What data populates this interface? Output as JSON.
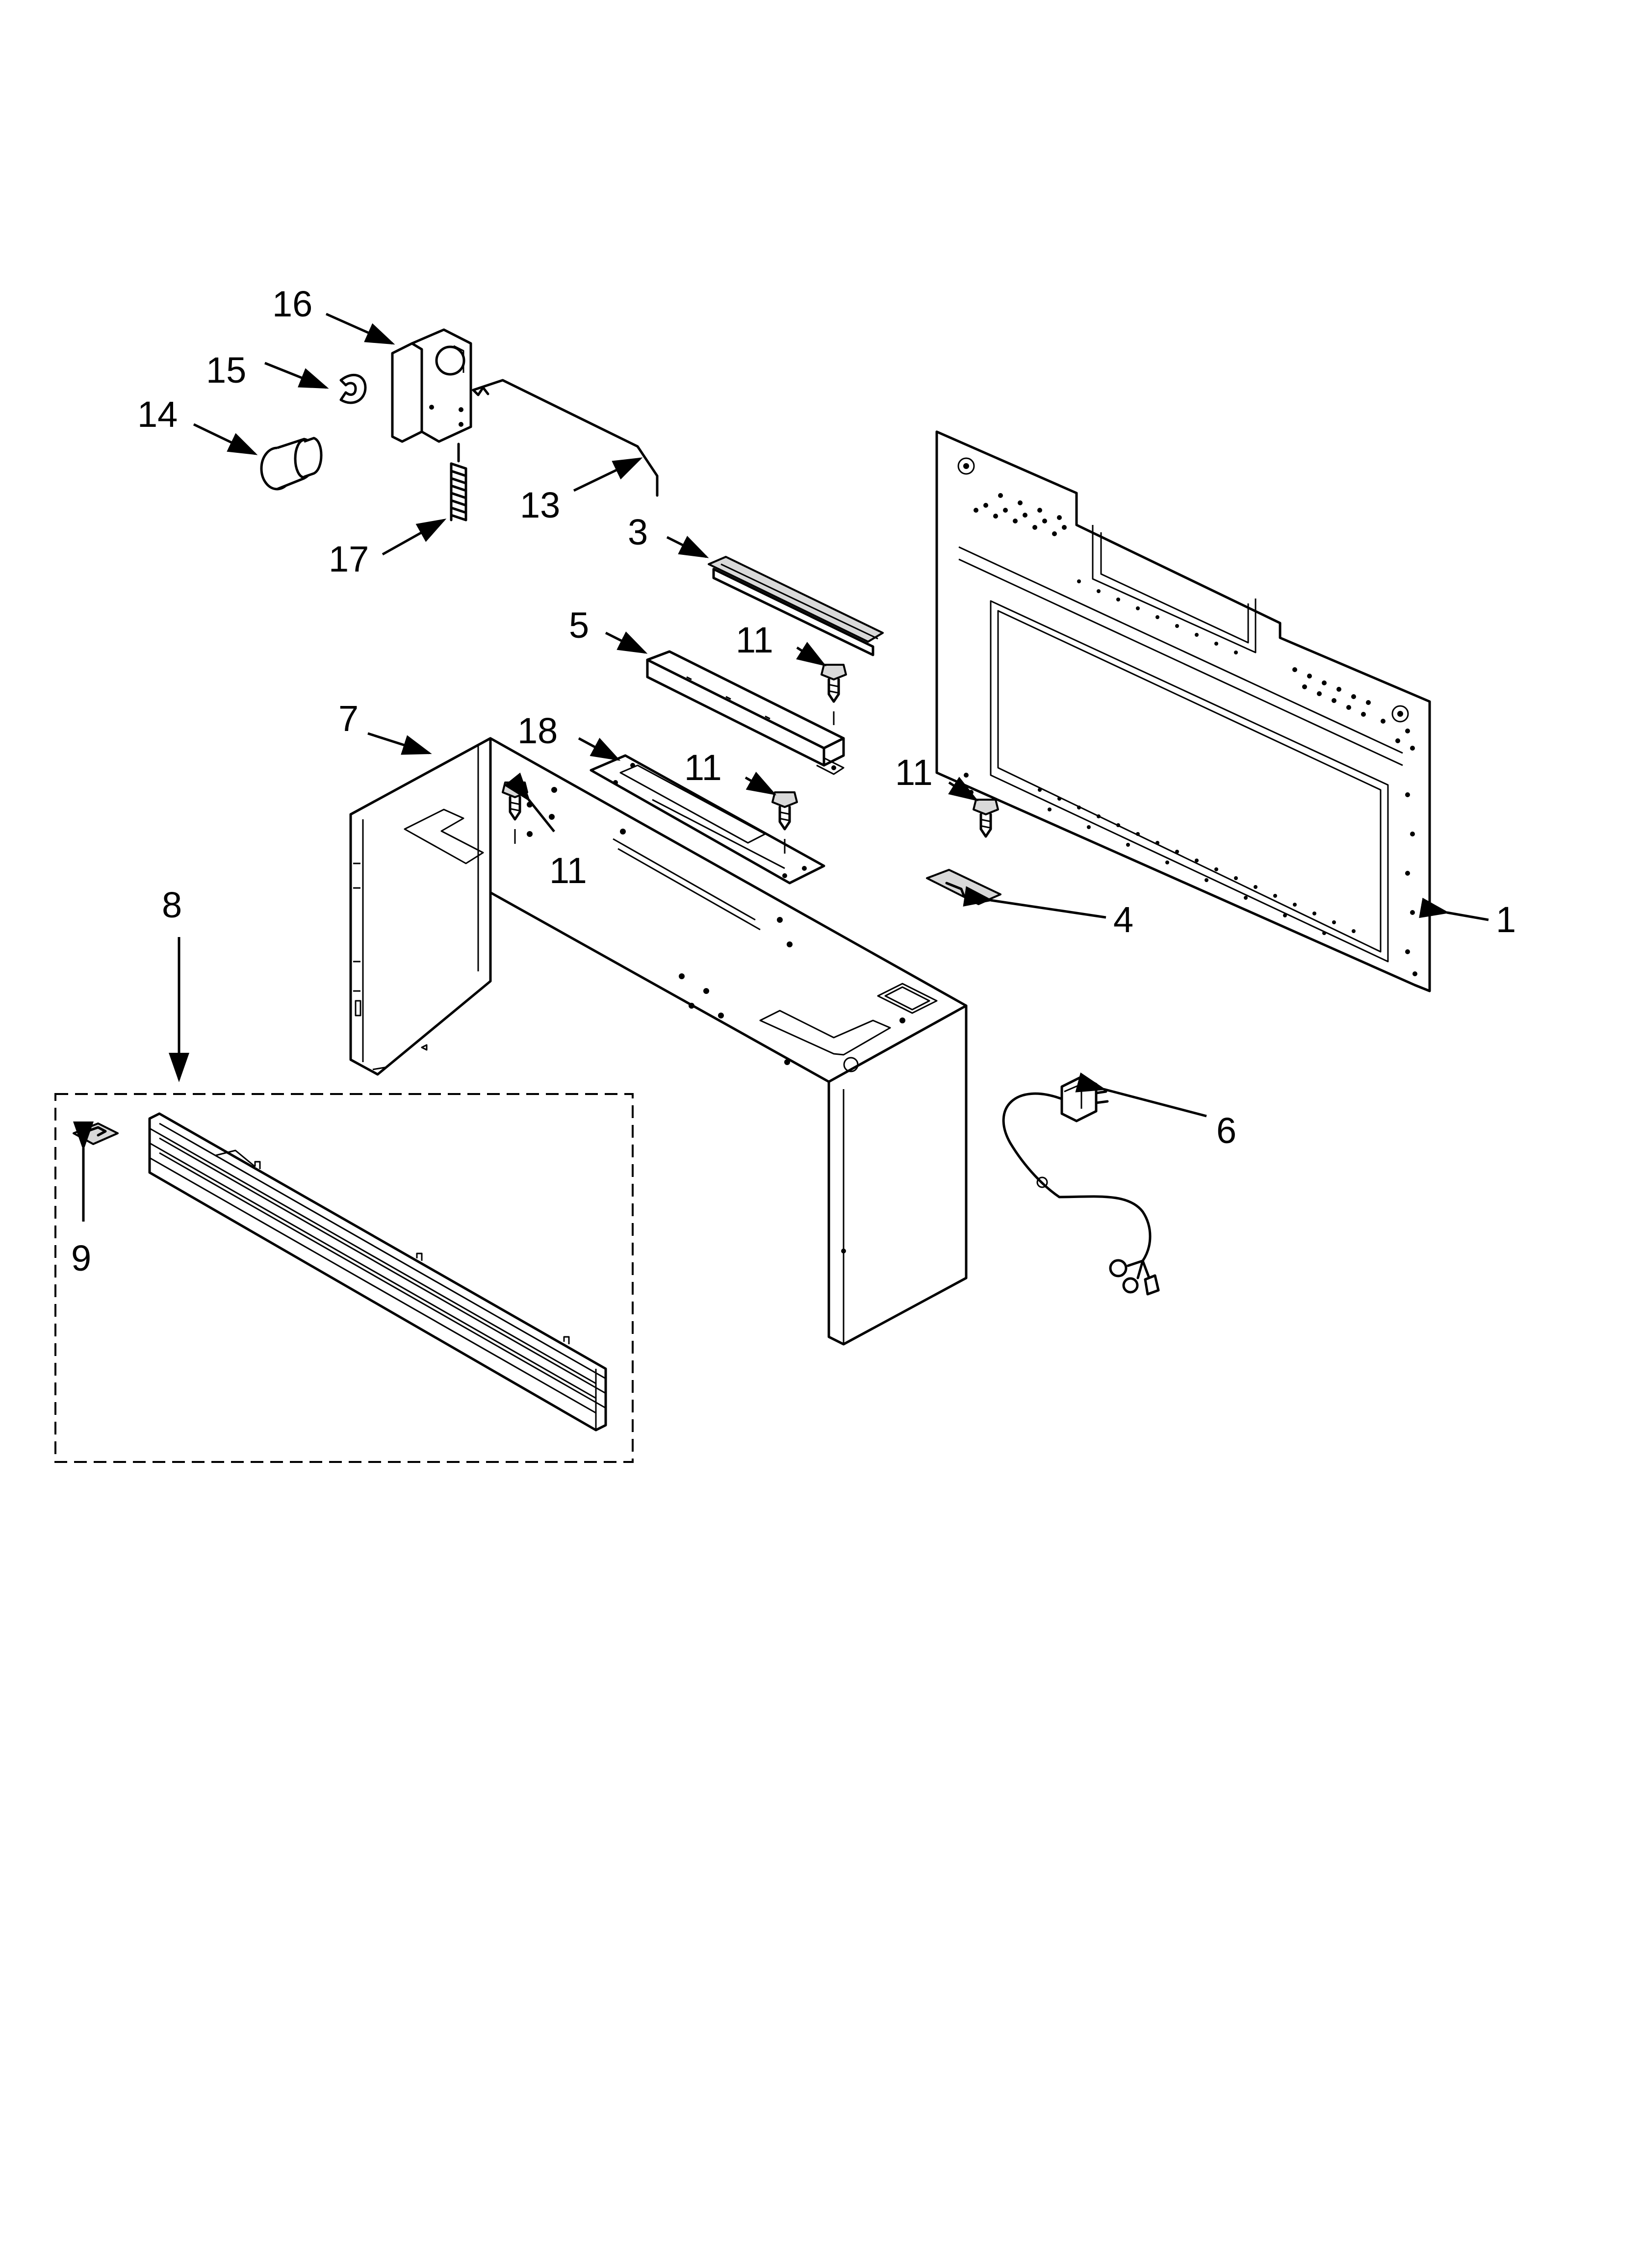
{
  "callouts": {
    "c1": "1",
    "c3": "3",
    "c4": "4",
    "c5": "5",
    "c6": "6",
    "c7": "7",
    "c8": "8",
    "c9": "9",
    "c11a": "11",
    "c11b": "11",
    "c11c": "11",
    "c11d": "11",
    "c13": "13",
    "c14": "14",
    "c15": "15",
    "c16": "16",
    "c17": "17",
    "c18": "18"
  }
}
